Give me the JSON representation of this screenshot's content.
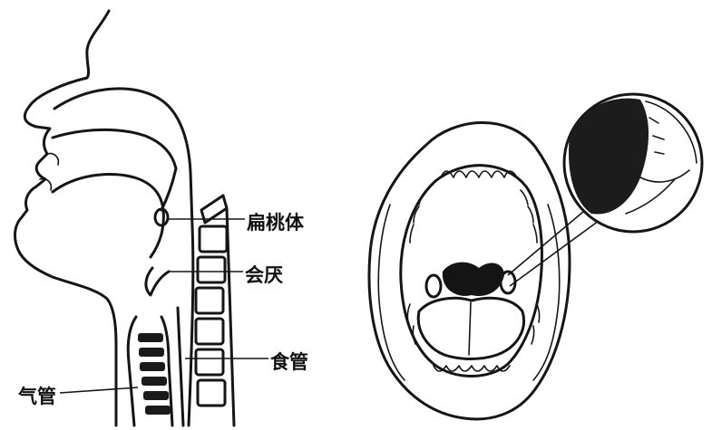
{
  "labels": {
    "tonsil": "扁桃体",
    "epiglottis": "会厌",
    "esophagus": "食管",
    "trachea": "气管"
  }
}
